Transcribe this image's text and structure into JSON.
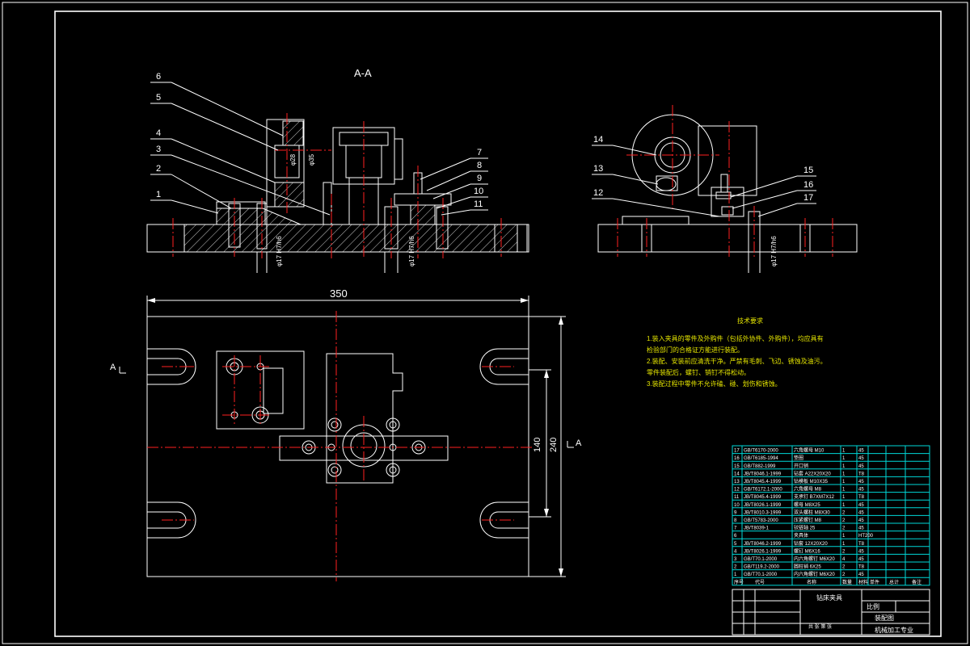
{
  "view_labels": {
    "section": "A-A",
    "arrow_left": "A",
    "arrow_right": "A"
  },
  "dimensions": {
    "width": "350",
    "depth_inner": "140",
    "depth_outer": "240",
    "fit_1": "φ17 H7/h6",
    "fit_2": "φ17 H7/h6",
    "fit_3": "φ17 H7/h6",
    "bore_1": "φ28",
    "bore_2": "φ35"
  },
  "leaders_left": [
    "6",
    "5",
    "4",
    "3",
    "2",
    "1"
  ],
  "leaders_right": [
    "7",
    "8",
    "9",
    "10",
    "11"
  ],
  "leaders_side_left": [
    "14",
    "13",
    "12"
  ],
  "leaders_side_right": [
    "15",
    "16",
    "17"
  ],
  "tech_notes": {
    "title": "技术要求",
    "lines": [
      "1.装入夹具的零件及外购件（包括外协件、外购件），均应具有",
      "检验部门的合格证方能进行装配。",
      "2.装配、安装前应清洗干净。严禁有毛刺、飞边、锈蚀及油污。",
      "零件装配后，螺钉、销钉不得松动。",
      "3.装配过程中零件不允许磕、碰、划伤和锈蚀。"
    ]
  },
  "bom": {
    "rows": [
      {
        "no": "17",
        "code": "GB/T6170-2000",
        "name": "六角螺母 M10",
        "qty": "1",
        "mat": "45"
      },
      {
        "no": "16",
        "code": "GB/T6185-1994",
        "name": "垫圈",
        "qty": "1",
        "mat": "45"
      },
      {
        "no": "15",
        "code": "GB/T882-1999",
        "name": "开口销",
        "qty": "1",
        "mat": "45"
      },
      {
        "no": "14",
        "code": "JB/T8046.1-1999",
        "name": "钻套 A22X20X20",
        "qty": "1",
        "mat": "T8"
      },
      {
        "no": "13",
        "code": "JB/T8045.4-1999",
        "name": "钻模板 M10X35",
        "qty": "1",
        "mat": "45"
      },
      {
        "no": "12",
        "code": "GB/T6172.1-2000",
        "name": "六角螺母 M8",
        "qty": "1",
        "mat": "45"
      },
      {
        "no": "11",
        "code": "JB/T8045.4-1999",
        "name": "支承钉 B7XM7X12",
        "qty": "1",
        "mat": "T8"
      },
      {
        "no": "10",
        "code": "JB/T8026.1-1999",
        "name": "螺母 M8X25",
        "qty": "1",
        "mat": "45"
      },
      {
        "no": "9",
        "code": "JB/T8010.3-1999",
        "name": "双头螺柱 M8X30",
        "qty": "2",
        "mat": "45"
      },
      {
        "no": "8",
        "code": "GB/T5783-2000",
        "name": "压紧螺钉 M8",
        "qty": "2",
        "mat": "45"
      },
      {
        "no": "7",
        "code": "JB/T8039-1",
        "name": "铰链轴 25",
        "qty": "2",
        "mat": "45"
      },
      {
        "no": "6",
        "code": "",
        "name": "夹具体",
        "qty": "1",
        "mat": "HT200"
      },
      {
        "no": "5",
        "code": "JB/T8046.2-1999",
        "name": "钻套 12X20X20",
        "qty": "1",
        "mat": "T8"
      },
      {
        "no": "4",
        "code": "JB/T8026.1-1999",
        "name": "螺钉 M6X16",
        "qty": "2",
        "mat": "45"
      },
      {
        "no": "3",
        "code": "GB/T70.1-2000",
        "name": "内六角螺钉 M6X20",
        "qty": "4",
        "mat": "45"
      },
      {
        "no": "2",
        "code": "GB/T119.2-2000",
        "name": "圆柱销 6X25",
        "qty": "2",
        "mat": "T8"
      },
      {
        "no": "1",
        "code": "GB/T70.1-2000",
        "name": "内六角螺钉 M6X20",
        "qty": "2",
        "mat": "45"
      }
    ],
    "header": {
      "no": "序号",
      "code": "代号",
      "name": "名称",
      "qty": "数量",
      "mat": "材料",
      "wt_single": "单件",
      "wt_total": "总计",
      "note": "备注"
    }
  },
  "title_block": {
    "drawing_name": "钻床夹具",
    "doc_label": "装配图",
    "scale_label": "比例",
    "sheet_label": "共 张 第 张",
    "school": "机械加工专业"
  },
  "colors": {
    "outline": "#ffffff",
    "centerline": "#ff2020",
    "annotation": "#e6e600",
    "table": "#00d8d8"
  }
}
